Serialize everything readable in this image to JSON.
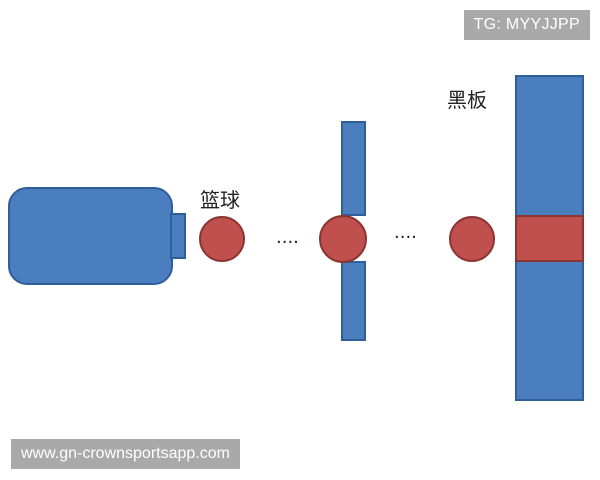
{
  "labels": {
    "basketball": "篮球",
    "blackboard": "黑板",
    "dots_left": "....",
    "dots_right": "...."
  },
  "watermarks": {
    "top_right": "TG: MYYJJPP",
    "bottom_left": "www.gn-crownsportsapp.com"
  },
  "colors": {
    "blue_fill": "#4a7ebf",
    "blue_stroke": "#2f5e98",
    "red_fill": "#c0504d",
    "red_stroke": "#8c3432"
  }
}
